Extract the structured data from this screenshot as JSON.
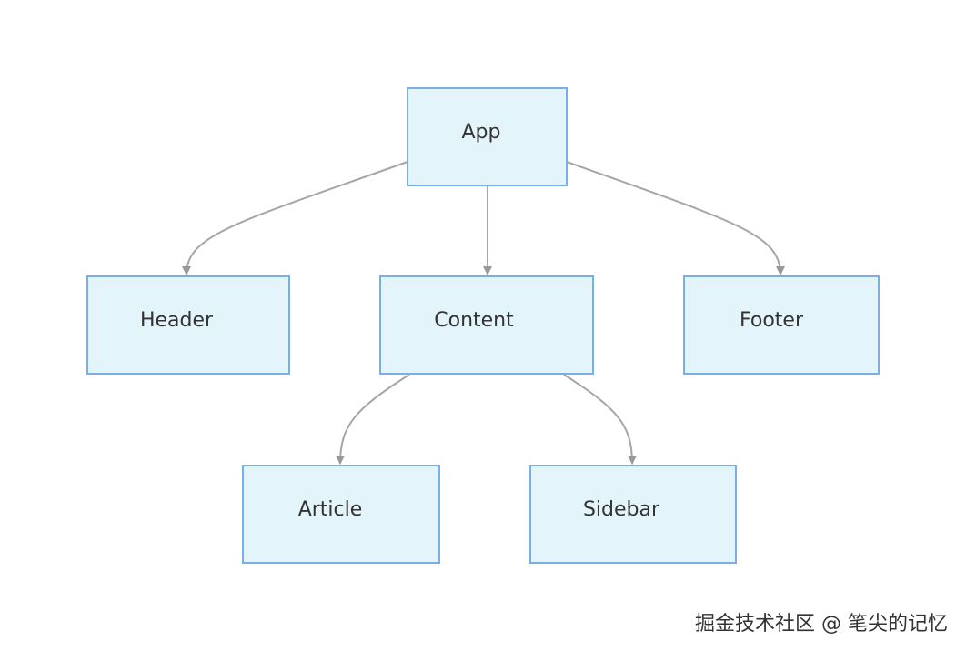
{
  "diagram": {
    "type": "tree",
    "nodes": [
      {
        "id": "app",
        "label": "App"
      },
      {
        "id": "header",
        "label": "Header"
      },
      {
        "id": "content",
        "label": "Content"
      },
      {
        "id": "footer",
        "label": "Footer"
      },
      {
        "id": "article",
        "label": "Article"
      },
      {
        "id": "sidebar",
        "label": "Sidebar"
      }
    ],
    "edges": [
      {
        "from": "app",
        "to": "header"
      },
      {
        "from": "app",
        "to": "content"
      },
      {
        "from": "app",
        "to": "footer"
      },
      {
        "from": "content",
        "to": "article"
      },
      {
        "from": "content",
        "to": "sidebar"
      }
    ],
    "colors": {
      "node_fill": "#e3f4fb",
      "node_border": "#79aee6",
      "edge": "#a6a6a6",
      "text": "#333333"
    }
  },
  "watermark": {
    "text": "掘金技术社区 @ 笔尖的记忆"
  }
}
